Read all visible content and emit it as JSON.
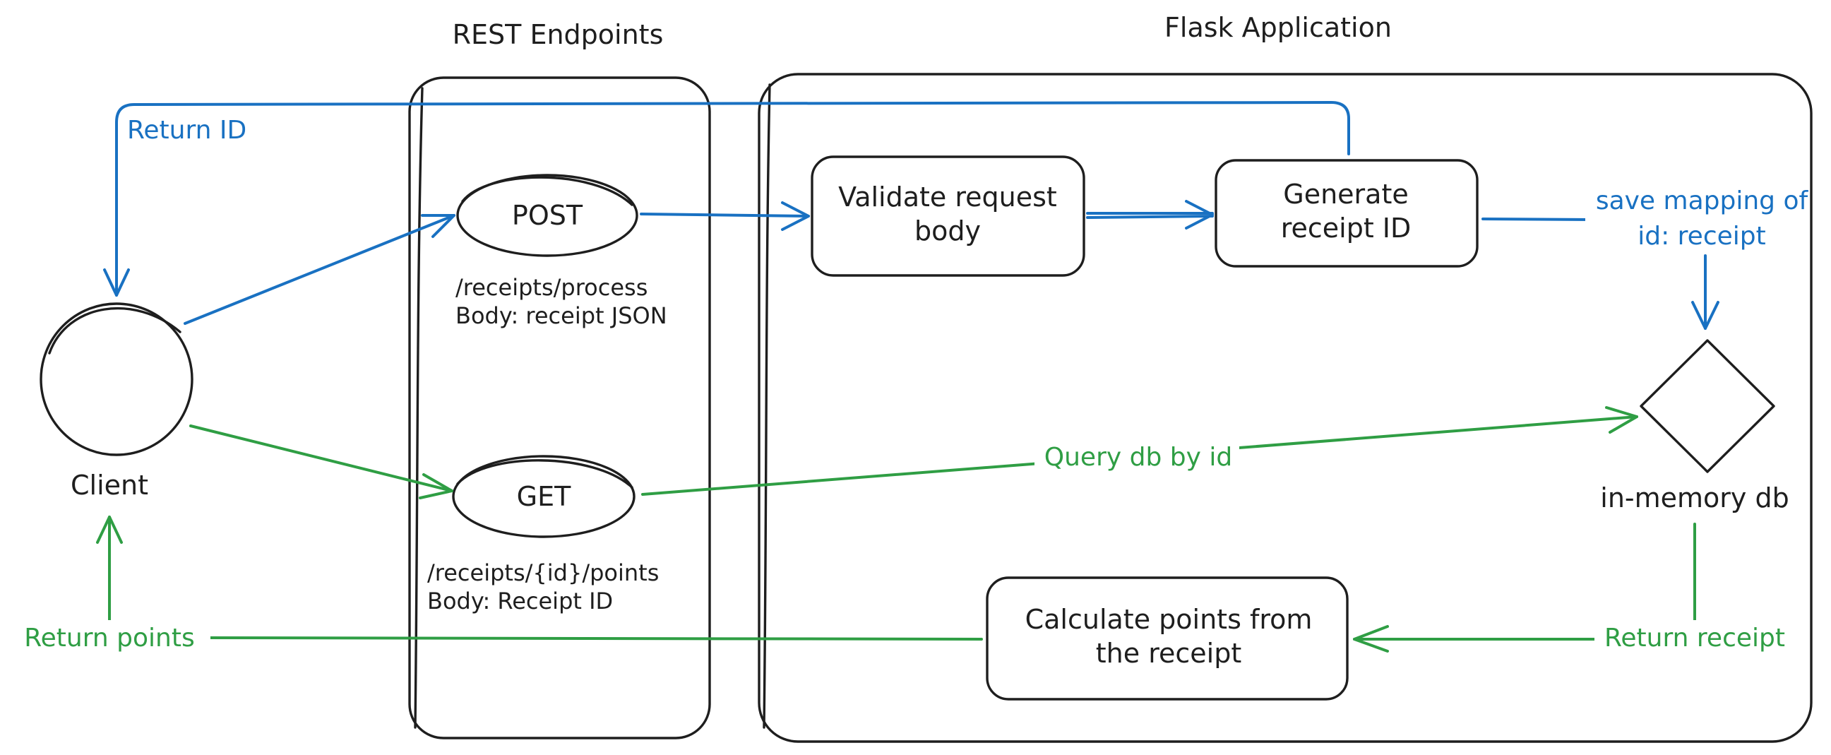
{
  "containers": {
    "rest_title": "REST Endpoints",
    "flask_title": "Flask Application"
  },
  "client": {
    "label": "Client"
  },
  "endpoints": {
    "post": {
      "method": "POST",
      "path": "/receipts/process",
      "body": "Body: receipt JSON"
    },
    "get": {
      "method": "GET",
      "path": "/receipts/{id}/points",
      "body": "Body: Receipt ID"
    }
  },
  "steps": {
    "validate": [
      "Validate request",
      "body"
    ],
    "generate": [
      "Generate",
      "receipt ID"
    ],
    "calculate": [
      "Calculate points from",
      "the receipt"
    ]
  },
  "db": {
    "label": "in-memory db"
  },
  "edge_labels": {
    "return_id": "Return ID",
    "save_mapping": [
      "save mapping of",
      "id: receipt"
    ],
    "query_db": "Query db by id",
    "return_receipt": "Return receipt",
    "return_points": "Return points"
  },
  "colors": {
    "blue": "#1971c2",
    "green": "#2f9e44",
    "stroke": "#1e1e1e"
  }
}
